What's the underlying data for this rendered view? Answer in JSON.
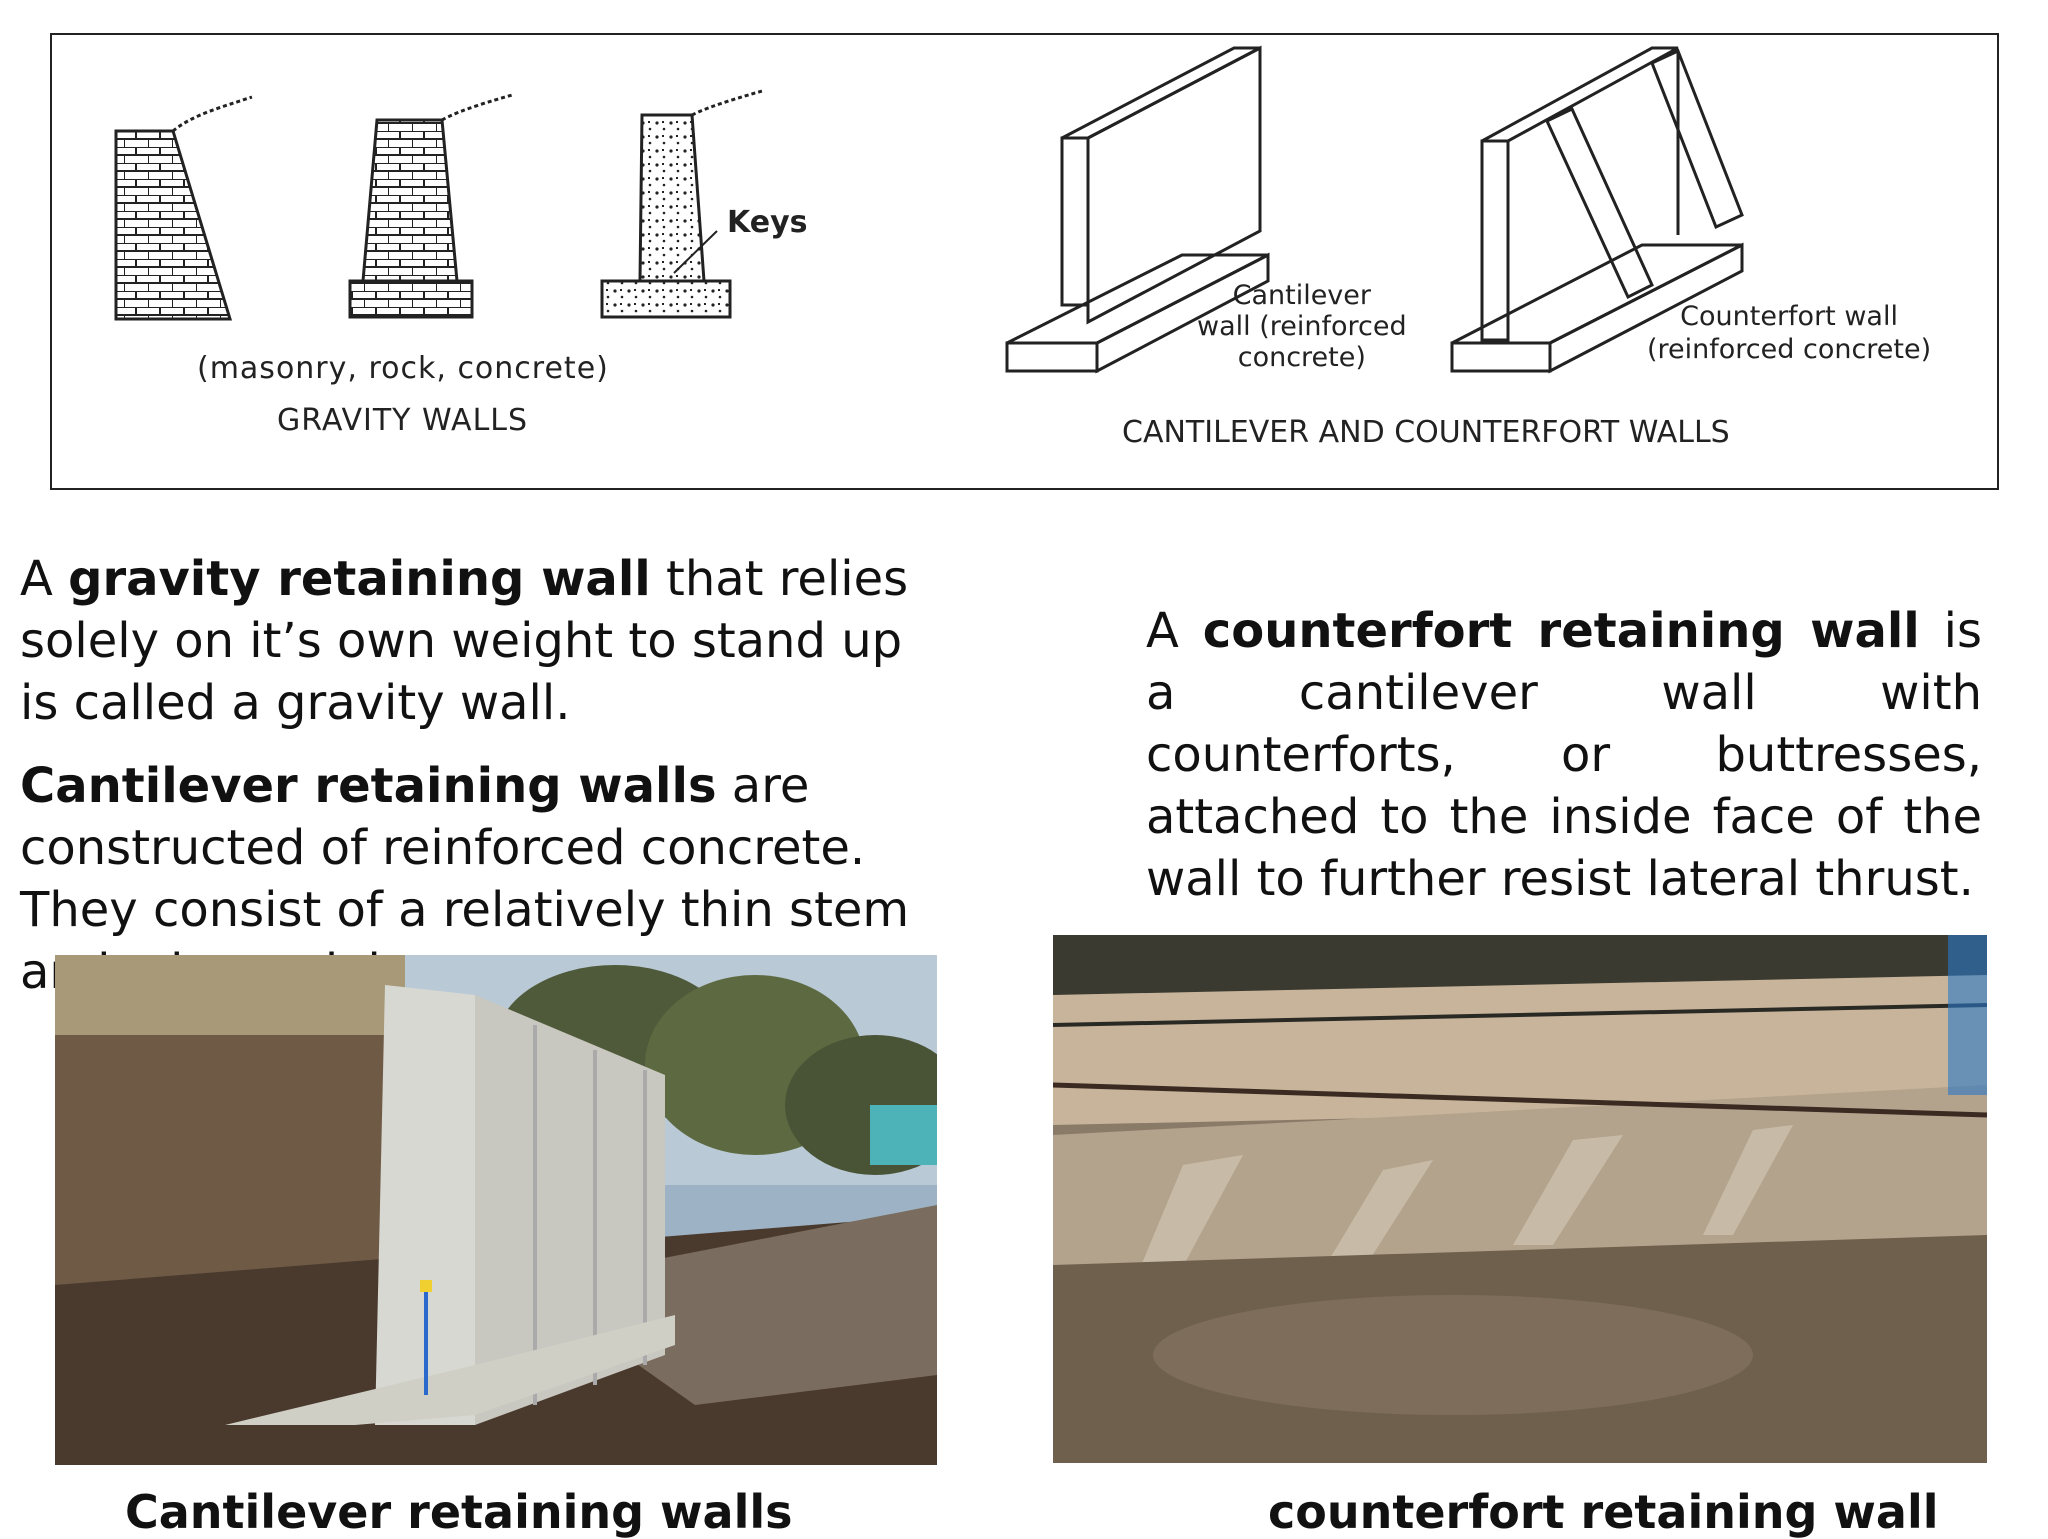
{
  "diagram": {
    "keys_label": "Keys",
    "gravity_materials": "(masonry, rock, concrete)",
    "gravity_title": "GRAVITY WALLS",
    "cantilever_label": [
      "Cantilever",
      "wall (reinforced",
      "concrete)"
    ],
    "counterfort_label": [
      "Counterfort wall",
      "(reinforced concrete)"
    ],
    "right_title": "CANTILEVER AND COUNTERFORT WALLS"
  },
  "text": {
    "gravity_pre": "A ",
    "gravity_bold": "gravity retaining wall",
    "gravity_post": " that relies solely on it’s own weight to stand up is called a gravity wall.",
    "cantilever_bold": "Cantilever retaining walls",
    "cantilever_post": " are constructed of reinforced concrete. They consist of a relatively thin stem and a base slab.",
    "counterfort_pre": "A ",
    "counterfort_bold": "counterfort retaining wall",
    "counterfort_post": " is a cantilever wall with counterforts, or buttresses, attached to the inside face of the wall to further resist lateral thrust."
  },
  "captions": {
    "left": "Cantilever retaining walls",
    "right": "counterfort retaining wall"
  }
}
